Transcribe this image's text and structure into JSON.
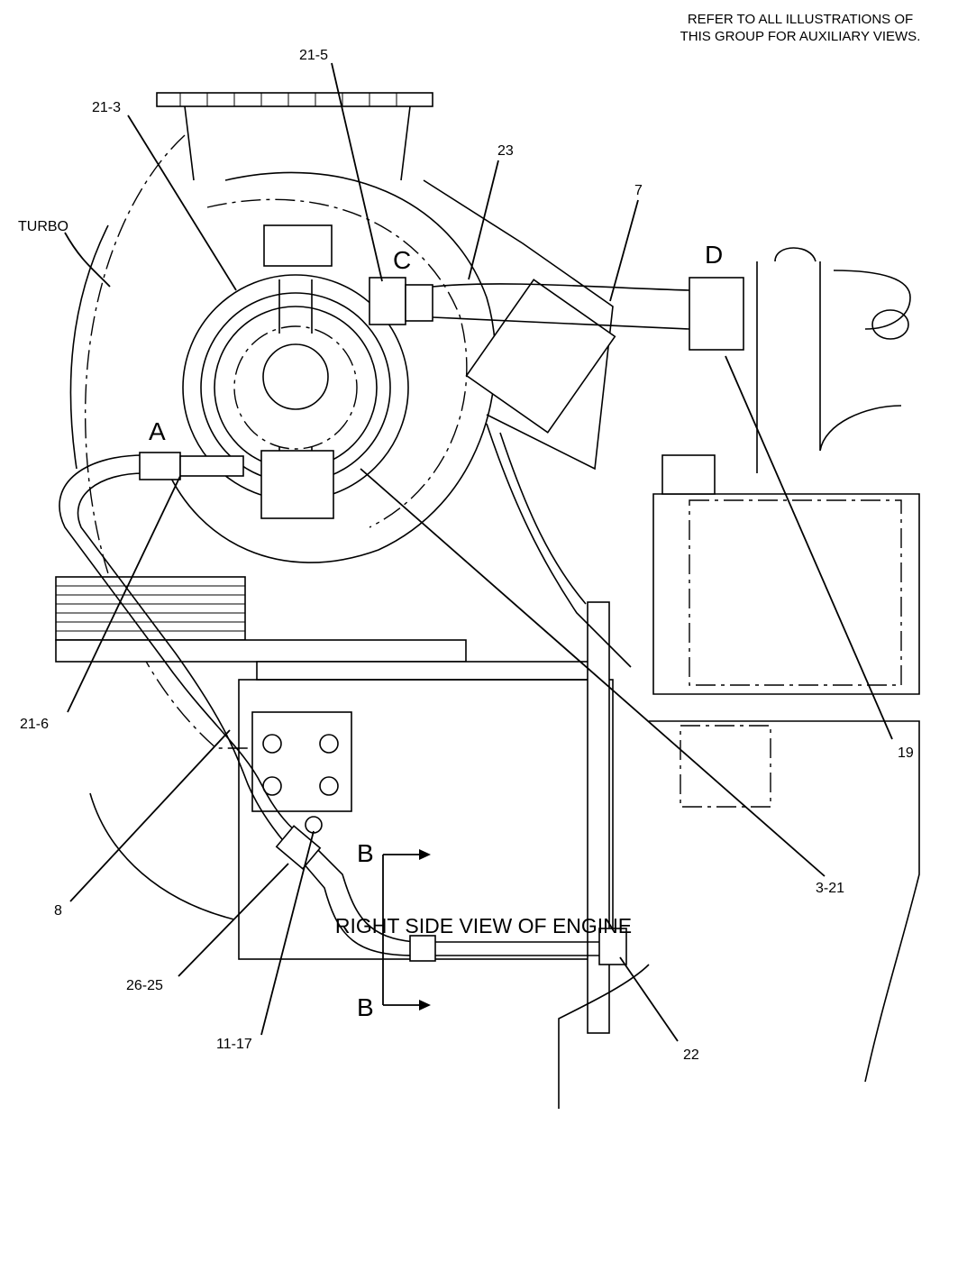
{
  "note": {
    "line1": "REFER TO ALL ILLUSTRATIONS OF",
    "line2": "THIS GROUP FOR AUXILIARY VIEWS."
  },
  "caption": "RIGHT SIDE VIEW OF ENGINE",
  "callouts": {
    "c21_5": "21-5",
    "c21_3": "21-3",
    "c23": "23",
    "c7": "7",
    "turbo": "TURBO",
    "c19": "19",
    "c21_6": "21-6",
    "c3_21": "3-21",
    "c8": "8",
    "c26_25": "26-25",
    "c11_17": "11-17",
    "c22": "22"
  },
  "view_labels": {
    "a": "A",
    "c": "C",
    "d": "D",
    "b_top": "B",
    "b_bottom": "B"
  }
}
